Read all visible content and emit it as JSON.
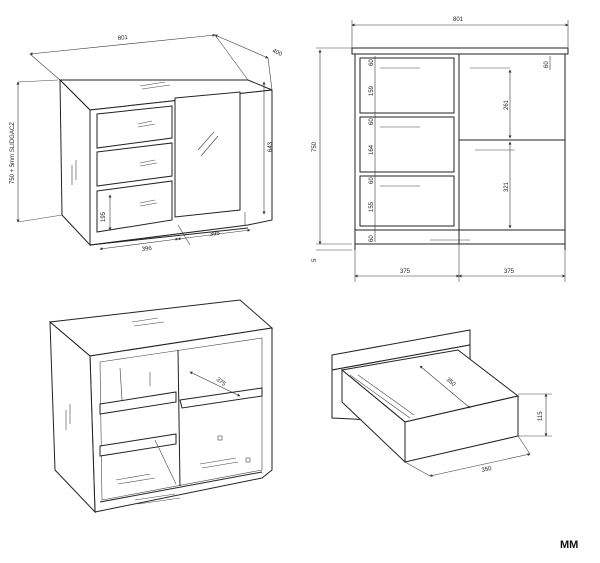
{
  "unit_label": "MM",
  "view_iso": {
    "width": "801",
    "depth": "400",
    "height_total": "750 + 5mm SLIDGACZ",
    "height_door": "643",
    "drawer_front": "195",
    "drawer_width": "396",
    "door_width": "396"
  },
  "view_front": {
    "width": "801",
    "height": "750",
    "left_width": "375",
    "right_width": "375",
    "plinth_gap": "5",
    "left_column": [
      "60",
      "159",
      "60",
      "164",
      "60",
      "155",
      "60"
    ],
    "right_top": "60",
    "right_upper": "261",
    "right_lower": "321"
  },
  "view_open": {
    "shelf_depth": "375"
  },
  "view_drawer": {
    "depth": "350",
    "width": "350",
    "height": "115"
  }
}
